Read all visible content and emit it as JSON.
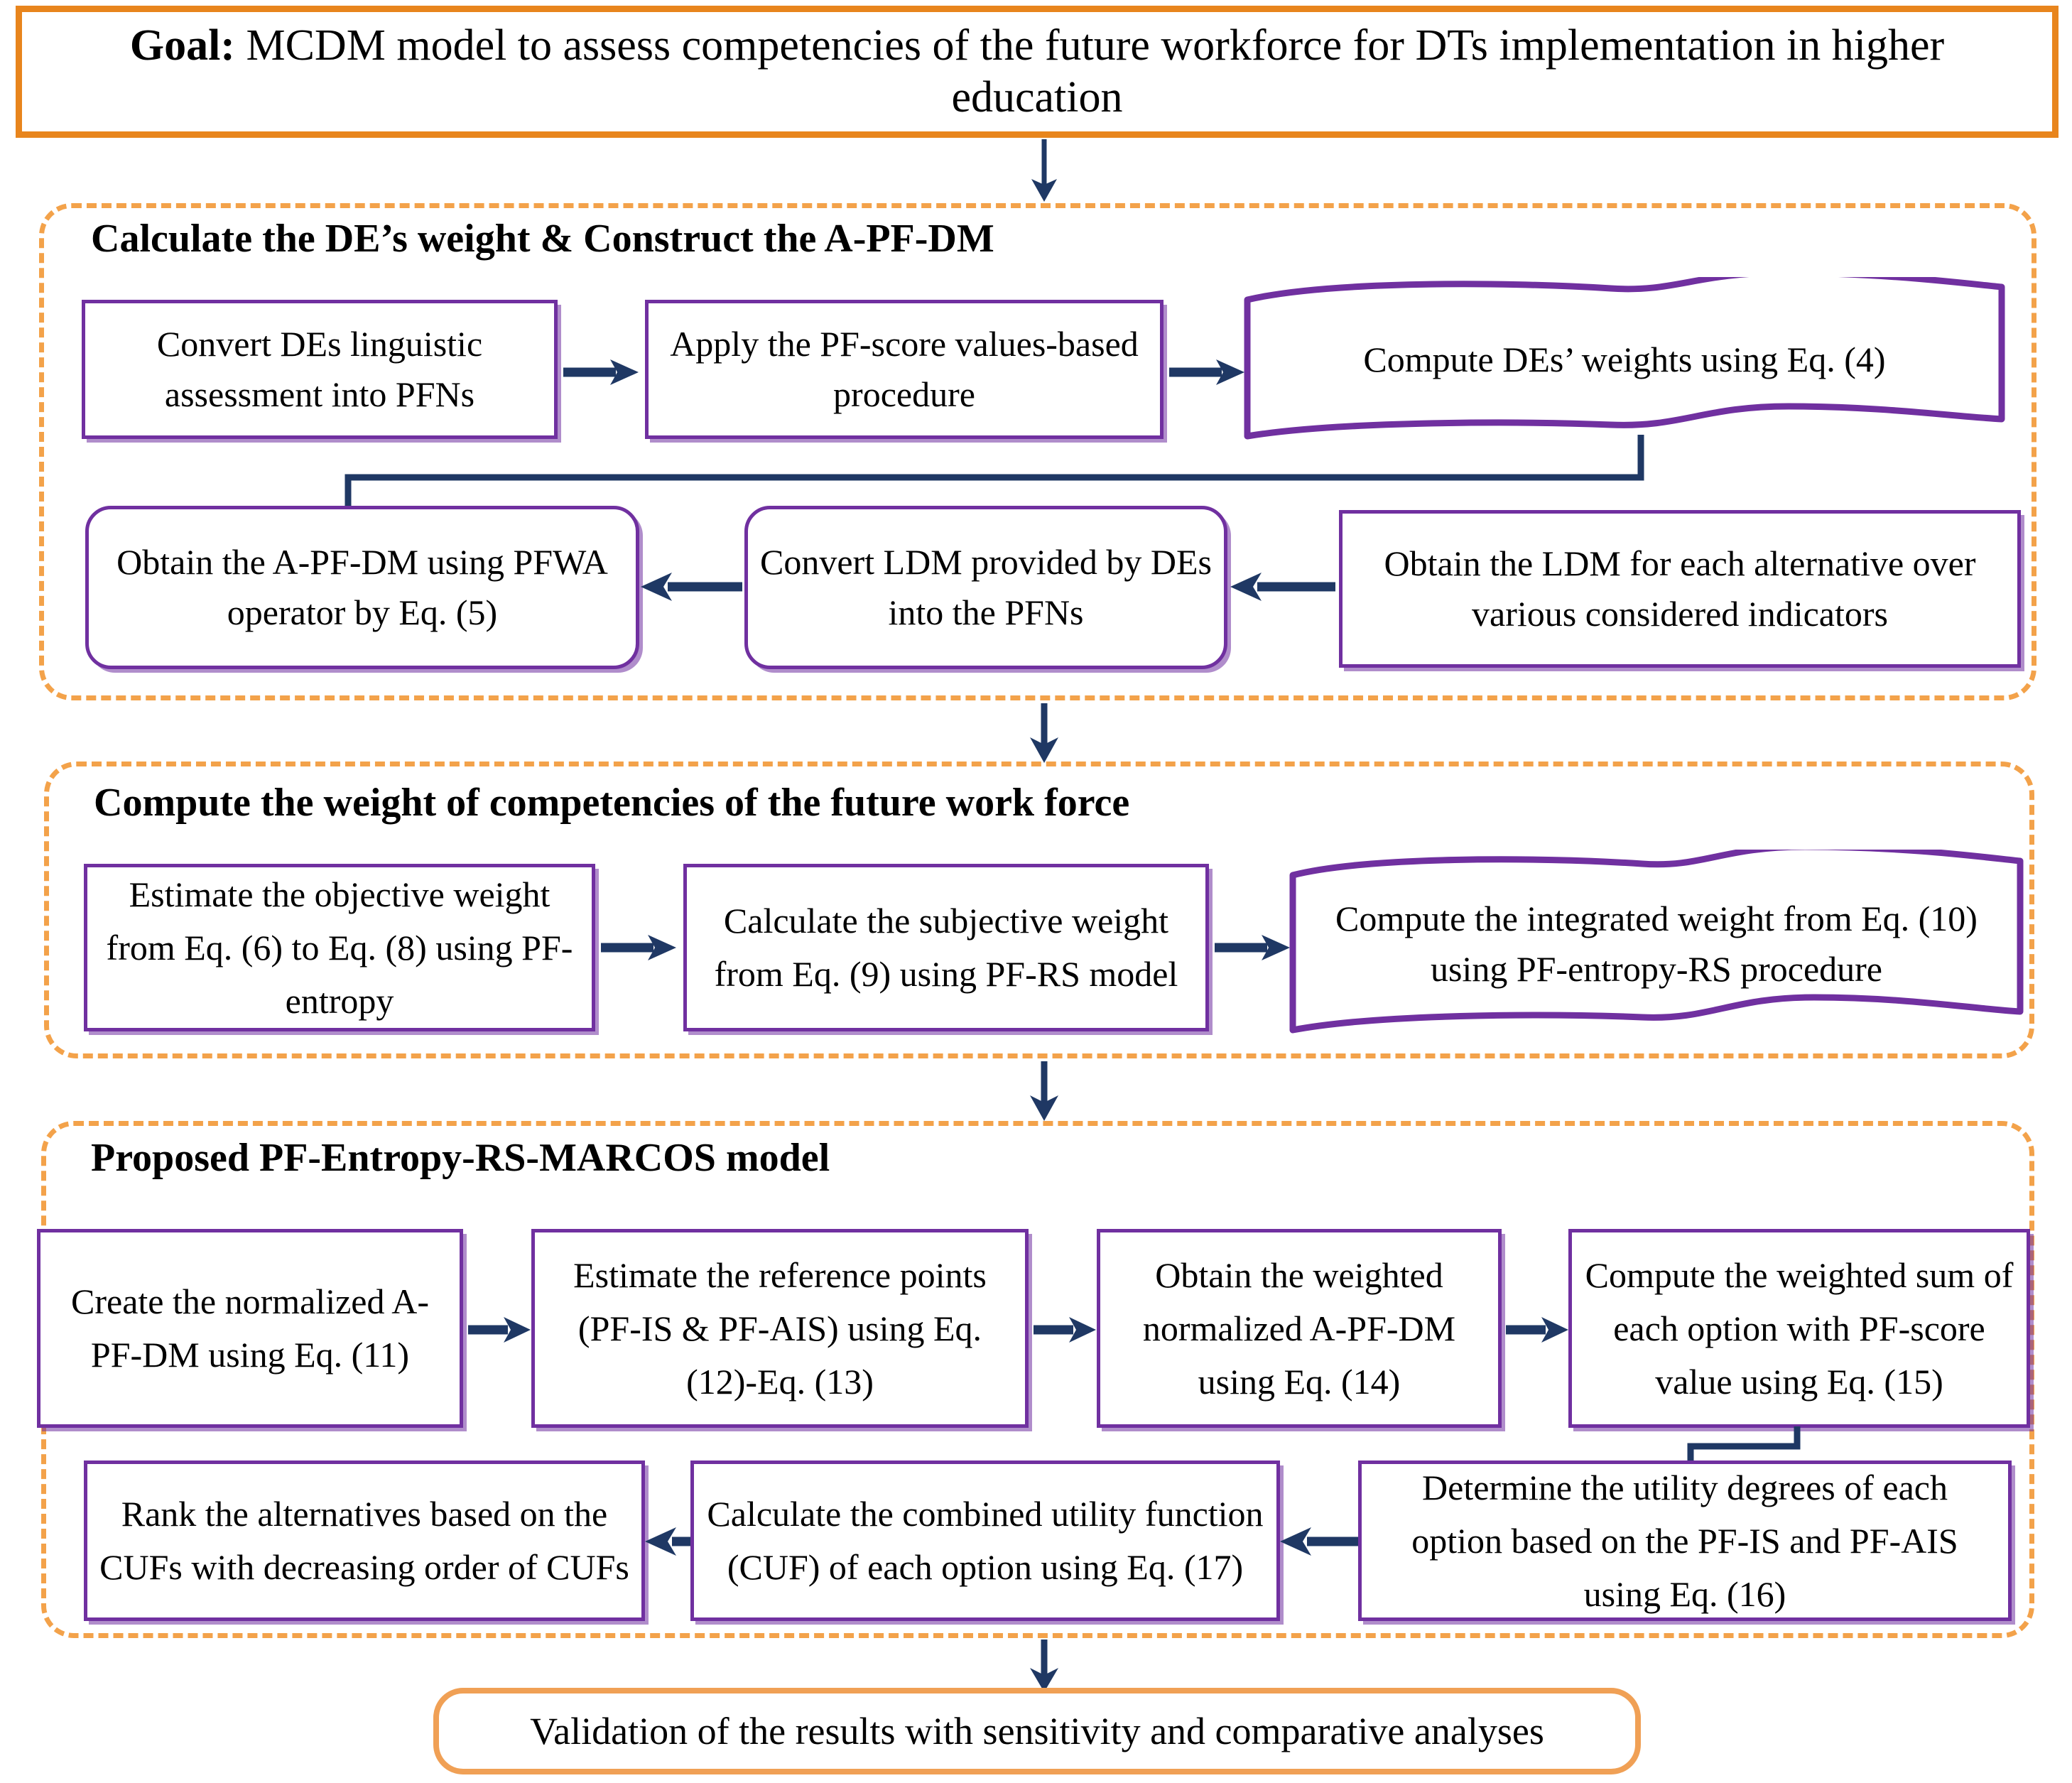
{
  "colors": {
    "orange": "#E8851D",
    "orange_light": "#F3A24A",
    "purple": "#7030A0",
    "arrow_navy": "#1F3864",
    "background": "#FFFFFF"
  },
  "goal": {
    "label": "Goal:",
    "text": "MCDM model to assess competencies of the future workforce for DTs implementation in higher education"
  },
  "sections": [
    {
      "id": "section-1",
      "title": "Calculate the DE’s weight & Construct the A-PF-DM",
      "boxes": [
        {
          "id": "box-convert-des",
          "shape": "rect",
          "text": "Convert DEs linguistic assessment into PFNs"
        },
        {
          "id": "box-apply-pf-score",
          "shape": "rect",
          "text": "Apply the PF-score values-based procedure"
        },
        {
          "id": "box-compute-de-weights",
          "shape": "document",
          "text": "Compute DEs’ weights using Eq. (4)"
        },
        {
          "id": "box-obtain-apfdm",
          "shape": "rounded-rect",
          "text": "Obtain the A-PF-DM using PFWA operator by Eq. (5)"
        },
        {
          "id": "box-convert-ldm",
          "shape": "rounded-rect",
          "text": "Convert LDM provided by DEs into the PFNs"
        },
        {
          "id": "box-obtain-ldm",
          "shape": "rect",
          "text": "Obtain the LDM for each alternative over various considered indicators"
        }
      ]
    },
    {
      "id": "section-2",
      "title": "Compute the weight of competencies of the future work force",
      "boxes": [
        {
          "id": "box-objective-weight",
          "shape": "rect",
          "text": "Estimate the objective weight from Eq. (6) to Eq. (8) using PF-entropy"
        },
        {
          "id": "box-subjective-weight",
          "shape": "rect",
          "text": "Calculate the subjective weight from Eq. (9) using PF-RS model"
        },
        {
          "id": "box-integrated-weight",
          "shape": "document",
          "text": "Compute the integrated weight from Eq. (10) using PF-entropy-RS procedure"
        }
      ]
    },
    {
      "id": "section-3",
      "title": "Proposed PF-Entropy-RS-MARCOS model",
      "boxes": [
        {
          "id": "box-normalized-apfdm",
          "shape": "rect",
          "text": "Create the normalized A-PF-DM using Eq. (11)"
        },
        {
          "id": "box-reference-points",
          "shape": "rect",
          "text": "Estimate the reference points (PF-IS & PF-AIS) using Eq. (12)-Eq. (13)"
        },
        {
          "id": "box-weighted-normalized",
          "shape": "rect",
          "text": "Obtain the weighted normalized A-PF-DM using Eq. (14)"
        },
        {
          "id": "box-weighted-sum",
          "shape": "rect",
          "text": "Compute the weighted sum of each option with PF-score value using Eq. (15)"
        },
        {
          "id": "box-rank-alternatives",
          "shape": "rect",
          "text": "Rank the alternatives based on the CUFs with decreasing order of CUFs"
        },
        {
          "id": "box-combined-utility",
          "shape": "rect",
          "text": "Calculate the combined utility function (CUF) of each option using Eq. (17)"
        },
        {
          "id": "box-utility-degrees",
          "shape": "rect",
          "text": "Determine the utility degrees of each option based on the PF-IS and PF-AIS using Eq. (16)"
        }
      ]
    }
  ],
  "validation": {
    "text": "Validation of the results with sensitivity and comparative analyses"
  },
  "connectors": [
    {
      "id": "arrow-goal-to-s1",
      "kind": "vertical-arrow"
    },
    {
      "id": "arrow-convert-to-apply",
      "kind": "horizontal-arrow-right"
    },
    {
      "id": "arrow-apply-to-compute",
      "kind": "horizontal-arrow-right"
    },
    {
      "id": "arrow-compute-weights-wrap",
      "kind": "elbow-down-left"
    },
    {
      "id": "arrow-ldm-to-convertldm",
      "kind": "horizontal-arrow-left"
    },
    {
      "id": "arrow-convertldm-to-apfdm",
      "kind": "horizontal-arrow-left"
    },
    {
      "id": "arrow-s1-to-s2",
      "kind": "vertical-arrow"
    },
    {
      "id": "arrow-objective-to-subjective",
      "kind": "horizontal-arrow-right"
    },
    {
      "id": "arrow-subjective-to-integrated",
      "kind": "horizontal-arrow-right"
    },
    {
      "id": "arrow-s2-to-s3",
      "kind": "vertical-arrow"
    },
    {
      "id": "arrow-norm-to-ref",
      "kind": "horizontal-arrow-right"
    },
    {
      "id": "arrow-ref-to-weightednorm",
      "kind": "horizontal-arrow-right"
    },
    {
      "id": "arrow-weightednorm-to-sum",
      "kind": "horizontal-arrow-right"
    },
    {
      "id": "arrow-sum-to-utility",
      "kind": "elbow-down"
    },
    {
      "id": "arrow-utility-to-cuf",
      "kind": "horizontal-arrow-left"
    },
    {
      "id": "arrow-cuf-to-rank",
      "kind": "horizontal-arrow-left"
    },
    {
      "id": "arrow-s3-to-validation",
      "kind": "vertical-arrow"
    }
  ]
}
